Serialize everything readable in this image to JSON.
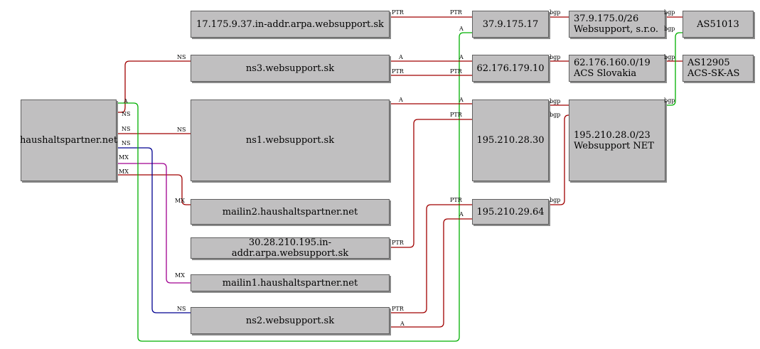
{
  "colors": {
    "red": "#a00000",
    "green": "#00b000",
    "blue": "#000090",
    "purple": "#a00090"
  },
  "nodes": {
    "haushaltspartner": "haushaltspartner.net",
    "ptr_37": "17.175.9.37.in-addr.arpa.websupport.sk",
    "ns3": "ns3.websupport.sk",
    "ns1": "ns1.websupport.sk",
    "mailin2": "mailin2.haushaltspartner.net",
    "ptr_30": "30.28.210.195.in-addr.arpa.websupport.sk",
    "mailin1": "mailin1.haushaltspartner.net",
    "ns2": "ns2.websupport.sk",
    "ip_37": "37.9.175.17",
    "ip_62": "62.176.179.10",
    "ip_195_30": "195.210.28.30",
    "ip_195_64": "195.210.29.64",
    "net_37": [
      "37.9.175.0/26",
      "Websupport, s.r.o."
    ],
    "net_62": [
      "62.176.160.0/19",
      "ACS Slovakia"
    ],
    "net_195": [
      "195.210.28.0/23",
      "Websupport NET"
    ],
    "as_51013": "AS51013",
    "as_12905": [
      "AS12905",
      "ACS-SK-AS"
    ]
  },
  "edge_labels": {
    "ptr37_left": "PTR",
    "ptr37_right": "PTR",
    "a_37": "A",
    "a_ns3": "A",
    "a_ns3_right": "A",
    "ptr_ns3": "PTR",
    "ptr_ns3_right": "PTR",
    "a_ns1": "A",
    "a_ns1_right": "A",
    "ptr_ns1": "PTR",
    "ptr_mailin": "PTR",
    "ptr_64": "PTR",
    "a_64": "A",
    "ptr_ns2": "PTR",
    "a_ns2": "A",
    "bgp_37_left": "bgp",
    "bgp_37_right": "bgp",
    "bgp_62_left": "bgp",
    "bgp_62_right": "bgp",
    "bgp_30_a": "bgp",
    "bgp_30_b": "bgp",
    "bgp_64": "bgp",
    "bgp_net195_right": "bgp",
    "bgp_as51013_in": "bgp",
    "bgp_as12905_in": "bgp",
    "h_a": "A",
    "h_ns1": "NS",
    "h_ns2": "NS",
    "h_ns3": "NS",
    "h_mx1": "MX",
    "h_mx2": "MX",
    "ns_ns3": "NS",
    "ns_ns1": "NS",
    "mx_mailin2": "MX",
    "mx_mailin1": "MX",
    "ns_ns2": "NS"
  }
}
